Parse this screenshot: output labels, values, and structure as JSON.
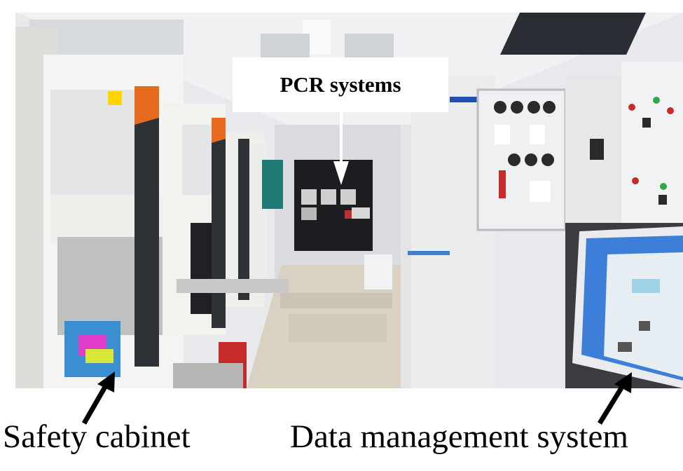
{
  "figure": {
    "callout_label": "PCR systems",
    "captions": {
      "left": "Safety cabinet",
      "right": "Data management system"
    }
  },
  "colors": {
    "wall": "#e8e9ec",
    "cabinet": "#f4f4f2",
    "floor": "#d9d2c3",
    "monitor_screen": "#3d7fd8",
    "arrow_white": "#ffffff",
    "arrow_black": "#000000"
  }
}
